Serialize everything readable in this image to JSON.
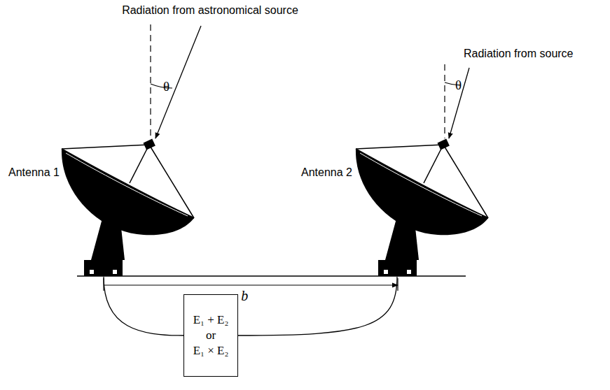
{
  "diagram": {
    "nodes": [
      {
        "text": [
          "E₁ + E₂ or E₁ × E₂"
        ]
      }
    ],
    "edges": [],
    "labels": [
      "Radiation from astronomical source",
      "θ",
      "Radiation from source",
      "θ",
      "Antenna 1",
      "Antenna 2",
      "b⃗"
    ]
  }
}
